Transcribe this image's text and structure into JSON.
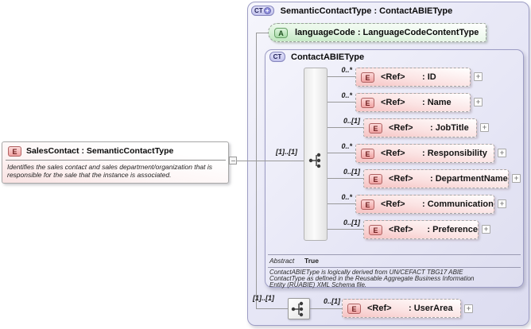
{
  "left_element": {
    "icon": "E",
    "title": "SalesContact : SemanticContactType",
    "description": [
      "Identifies the sales contact and sales department/organization that is",
      "responsible for the sale that the instance is associated."
    ]
  },
  "panel": {
    "header": {
      "icon": "CT",
      "plus": "+",
      "title": "SemanticContactType : ContactABIEType"
    },
    "attribute": {
      "icon": "A",
      "label": "languageCode : LanguageCodeContentType"
    },
    "complex_type": {
      "icon": "CT",
      "title": "ContactABIEType",
      "group_cardinality": "[1]..[1]",
      "elements": [
        {
          "cardinality": "0..*",
          "icon": "E",
          "ref": "<Ref>",
          "name": ": ID"
        },
        {
          "cardinality": "0..*",
          "icon": "E",
          "ref": "<Ref>",
          "name": ": Name"
        },
        {
          "cardinality": "0..[1]",
          "icon": "E",
          "ref": "<Ref>",
          "name": ": JobTitle"
        },
        {
          "cardinality": "0..*",
          "icon": "E",
          "ref": "<Ref>",
          "name": ": Responsibility"
        },
        {
          "cardinality": "0..[1]",
          "icon": "E",
          "ref": "<Ref>",
          "name": ": DepartmentName"
        },
        {
          "cardinality": "0..*",
          "icon": "E",
          "ref": "<Ref>",
          "name": ": Communication"
        },
        {
          "cardinality": "0..[1]",
          "icon": "E",
          "ref": "<Ref>",
          "name": ": Preference"
        }
      ],
      "abstract_label": "Abstract",
      "abstract_value": "True",
      "note": [
        "ContactABIEType is logically derived from UN/CEFACT TBG17 ABIE",
        "ContactType as defined in the Reusable Aggregate Business Information",
        "Entity (RUABIE) XML Schema file."
      ]
    },
    "user_area": {
      "group_cardinality": "[1]..[1]",
      "cardinality": "0..[1]",
      "icon": "E",
      "ref": "<Ref>",
      "name": ": UserArea"
    }
  },
  "expand_button": "+",
  "colors": {
    "panel_fill": "#e6e6f5",
    "panel_border": "#9c9cc4",
    "element_fill": "#f6c3c3",
    "attribute_fill": "#bfe6bf",
    "connector": "#999999"
  }
}
